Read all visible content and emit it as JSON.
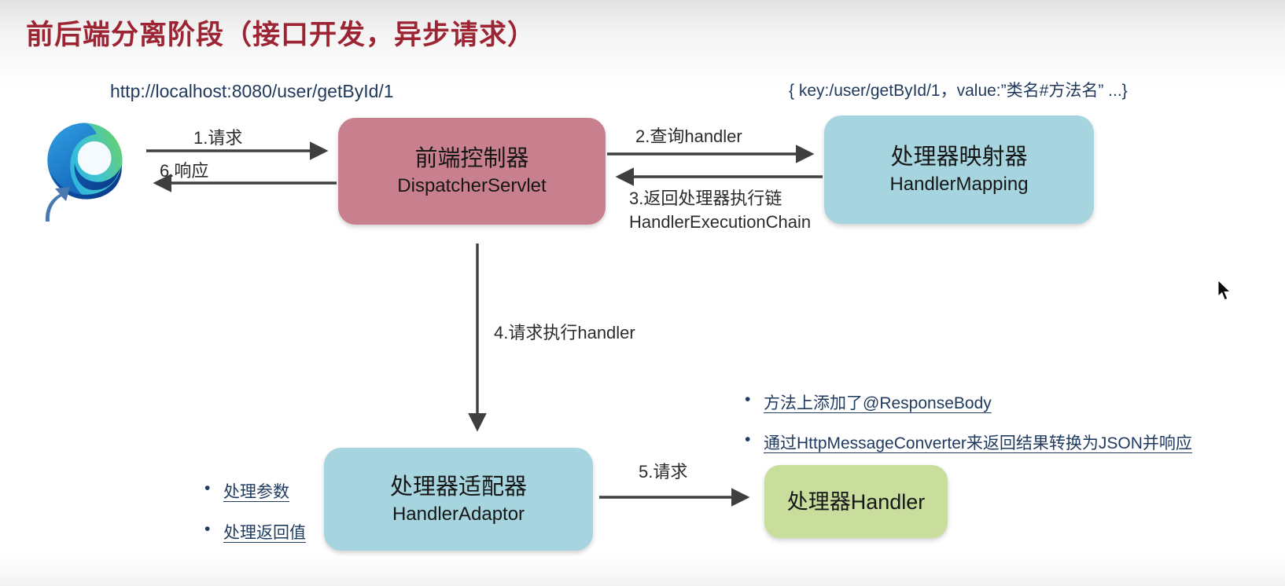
{
  "title": "前后端分离阶段（接口开发，异步请求）",
  "annotations": {
    "request_url": "http://localhost:8080/user/getById/1",
    "mapping_kv": "{ key:/user/getById/1，value:”类名#方法名” ...}"
  },
  "nodes": {
    "browser": {
      "icon": "edge-browser-icon"
    },
    "dispatcher": {
      "title": "前端控制器",
      "subtitle": "DispatcherServlet"
    },
    "handler_mapping": {
      "title": "处理器映射器",
      "subtitle": "HandlerMapping"
    },
    "handler_adaptor": {
      "title": "处理器适配器",
      "subtitle": "HandlerAdaptor"
    },
    "handler": {
      "title": "处理器Handler"
    }
  },
  "arrows": {
    "step1": "1.请求",
    "step2": "2.查询handler",
    "step3_line1": "3.返回处理器执行链",
    "step3_line2": "HandlerExecutionChain",
    "step4": "4.请求执行handler",
    "step5": "5.请求",
    "step6": "6.响应"
  },
  "notes_right": [
    "方法上添加了@ResponseBody",
    "通过HttpMessageConverter来返回结果转换为JSON并响应"
  ],
  "notes_left": [
    "处理参数",
    "处理返回值"
  ],
  "colors": {
    "title": "#9D2433",
    "note_text": "#1F3A5F",
    "box_pink": "#C8808F",
    "box_blue": "#A6D5DF",
    "box_green": "#C9DE9D",
    "arrow": "#3F3F3F"
  }
}
